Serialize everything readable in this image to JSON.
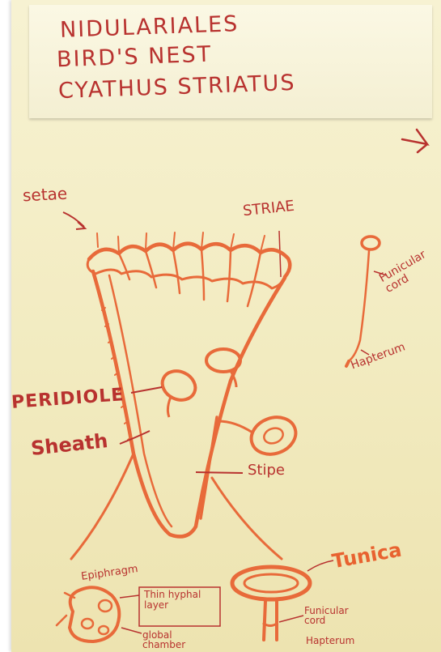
{
  "title_card": {
    "line1": "NIDULARIALES",
    "line2": "BIRD'S NEST",
    "line3": "CYATHUS STRIATUS"
  },
  "labels": {
    "setae": "setae",
    "striae": "STRIAE",
    "funicular_cord_top": "Funicular cord",
    "hapterum": "Hapterum",
    "peridiole": "PERIDIOLE",
    "sheath": "Sheath",
    "stipe": "Stipe",
    "tunica": "Tunica",
    "epiphragm": "Epiphragm",
    "thin_hyphal_layer": "Thin hyphal layer",
    "global_chamber": "global chamber",
    "funicular_cord_bottom": "Funicular cord",
    "hapterum_bottom": "Hapterum"
  },
  "colors": {
    "ink": "#b8322f",
    "marker": "#e86a3a",
    "paper": "#f4edc4"
  }
}
